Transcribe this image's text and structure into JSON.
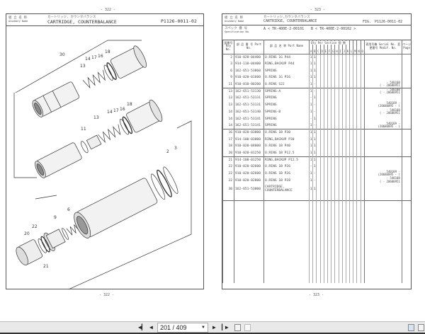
{
  "left_page": {
    "page_number": "- 322 -",
    "assembly_label_jp": "組 立 名 称",
    "assembly_label_en": "Assembly   Name",
    "name_jp": "カートリッジ, カウンタバランス",
    "name_en": "CARTRIDGE, COUNTERBALANCE",
    "fig_no": "P1126-0011-02",
    "callouts": [
      "30",
      "13",
      "14",
      "17",
      "16",
      "18",
      "13",
      "14",
      "17",
      "16",
      "18",
      "11",
      "2",
      "3",
      "6",
      "9",
      "22",
      "20",
      "21"
    ]
  },
  "right_page": {
    "page_number": "- 323 -",
    "assembly_label_jp": "組 立 名 称",
    "assembly_label_en": "Assembly   Name",
    "name_jp": "カートリッジ,カウンタバランス",
    "name_en": "CARTRIDGE, COUNTERBALANCE",
    "fig_label": "FIG.",
    "fig_no": "P1126-0011-02",
    "spec_label_jp": "スペック 番 号",
    "spec_label_en": "Specification   No.",
    "spec_a": "A < TR-400E-2-00101",
    "spec_b": "B < TR-400E-2-00102     >",
    "columns": {
      "key": "図番号 Key No.",
      "part": "部 品 番 号  Part No.",
      "name": "部 品 名 称  Part Name",
      "qty": "Qty Per Section 個 数",
      "serial": "適用号機 Serial No. 変更番号 Modif. No.",
      "page": "ページ Page"
    },
    "qty_letters": [
      "A",
      "B",
      "C",
      "D",
      "E",
      "F",
      "G",
      "H",
      "I",
      "J",
      "K",
      "L",
      "M",
      "N",
      "O"
    ],
    "rows": [
      {
        "key": "2",
        "part": "910-020-04400",
        "name": "O.RING 1G P44",
        "a": "1",
        "b": "1",
        "serial": []
      },
      {
        "key": "3",
        "part": "914-110-04400",
        "name": "RING,BACKUP P44",
        "a": "1",
        "b": "1",
        "serial": []
      },
      {
        "key": "6",
        "part": "162-651-53060",
        "name": "SPRING",
        "a": "1",
        "b": "1",
        "serial": []
      },
      {
        "key": "9",
        "part": "910-020-01600",
        "name": "O.RING 1G P16",
        "a": "1",
        "b": "1",
        "serial": []
      },
      {
        "key": "11",
        "part": "910-010-00200",
        "name": "O.RING S22",
        "a": "1",
        "b": "-",
        "serial": [
          "- 540108",
          "( - 20680951"
        ]
      },
      {
        "key": "13",
        "part": "162-651-53130",
        "name": "SPRING-A",
        "a": "1",
        "b": "-",
        "serial": [
          "- 540108",
          "( - 20680951"
        ]
      },
      {
        "key": "13",
        "part": "162-651-53131",
        "name": "SPRING",
        "a": "-",
        "b": "1",
        "serial": []
      },
      {
        "key": "13",
        "part": "162-651-53131",
        "name": "SPRING",
        "a": "1",
        "b": "-",
        "serial": [
          "540109 -",
          "(20680095 -  )"
        ]
      },
      {
        "key": "14",
        "part": "162-651-53140",
        "name": "SPRING-B",
        "a": "1",
        "b": "-",
        "serial": [
          "- 540108",
          "( - 20680951"
        ]
      },
      {
        "key": "14",
        "part": "162-651-53141",
        "name": "SPRING",
        "a": "-",
        "b": "1",
        "serial": []
      },
      {
        "key": "14",
        "part": "162-651-53141",
        "name": "SPRING",
        "a": "1",
        "b": "-",
        "serial": [
          "540109 -",
          "(20680095 -  )"
        ]
      },
      {
        "key": "16",
        "part": "910-020-03000",
        "name": "O.RING 1B P30",
        "a": "1",
        "b": "1",
        "serial": []
      },
      {
        "key": "17",
        "part": "914-100-03000",
        "name": "RING,BACKUP P30",
        "a": "1",
        "b": "1",
        "serial": []
      },
      {
        "key": "18",
        "part": "910-020-04000",
        "name": "O.RING 1B P40",
        "a": "1",
        "b": "1",
        "serial": []
      },
      {
        "key": "20",
        "part": "910-020-01250",
        "name": "O.RING 1B P12.5",
        "a": "1",
        "b": "1",
        "serial": []
      },
      {
        "key": "21",
        "part": "914-100-01250",
        "name": "RING,BACKUP P12.5",
        "a": "1",
        "b": "1",
        "serial": []
      },
      {
        "key": "22",
        "part": "910-020-02600",
        "name": "O.RING 1B P26",
        "a": "-",
        "b": "1",
        "serial": []
      },
      {
        "key": "22",
        "part": "910-020-02600",
        "name": "O.RING 1B P26",
        "a": "1",
        "b": "-",
        "serial": [
          "540109 -",
          "(20680095 -  )"
        ]
      },
      {
        "key": "22",
        "part": "910-020-02800",
        "name": "O.RING 1B P28",
        "a": "1",
        "b": "-",
        "serial": [
          "- 540108",
          "( - 20680951"
        ]
      },
      {
        "key": "30",
        "part": "162-651-53000",
        "name": "CARTRIDGE, COUNTERBALANCE",
        "a": "1",
        "b": "1",
        "serial": []
      }
    ]
  },
  "toolbar": {
    "page_value": "201 / 409",
    "current_page": 201,
    "total_pages": 409
  }
}
